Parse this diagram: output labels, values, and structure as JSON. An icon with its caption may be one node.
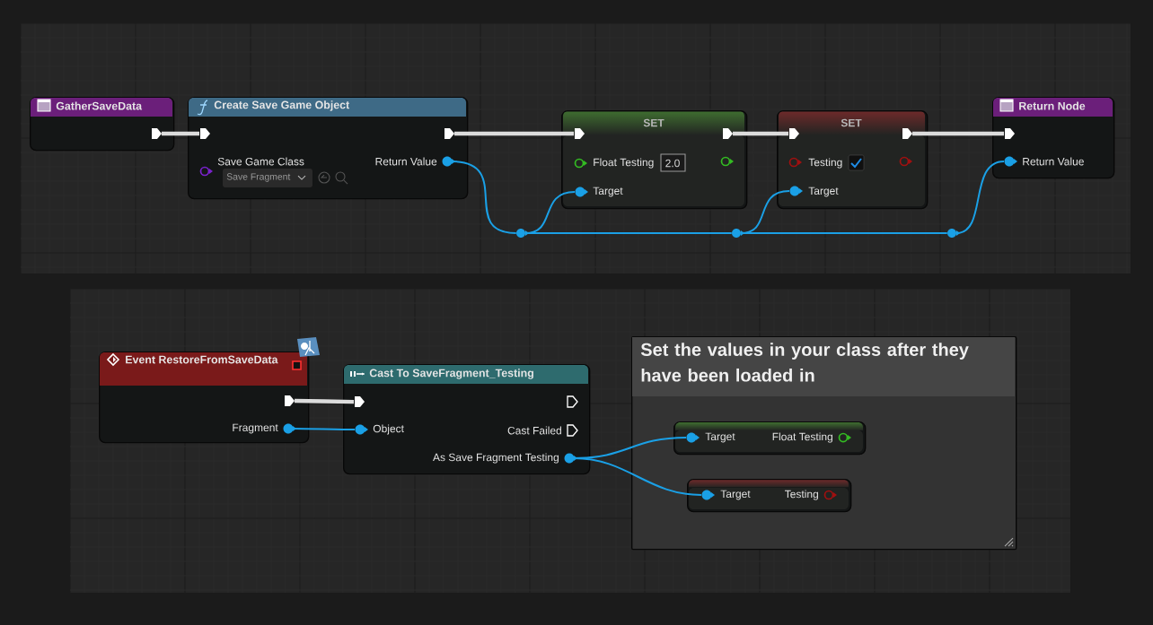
{
  "diagram": {
    "nodes": [
      {
        "text": [
          "GatherSaveData"
        ]
      },
      {
        "text": [
          "Create Save Game Object",
          "Save Game Class",
          "Save Fragment",
          "Return Value"
        ]
      },
      {
        "text": [
          "SET",
          "Float Testing",
          "2.0",
          "Target"
        ]
      },
      {
        "text": [
          "SET",
          "Testing",
          "Target"
        ]
      },
      {
        "text": [
          "Return Node",
          "Return Value"
        ]
      },
      {
        "text": [],
        "shape": "circle"
      },
      {
        "text": [],
        "shape": "circle"
      },
      {
        "text": [],
        "shape": "circle"
      },
      {
        "text": [
          "Event RestoreFromSaveData",
          "Fragment"
        ]
      },
      {
        "text": [
          "Cast To SaveFragment_Testing",
          "Object",
          "Cast Failed",
          "As Save Fragment Testing"
        ]
      },
      {
        "text": [
          "Set the values in your class after they have been loaded in"
        ]
      },
      {
        "text": [
          "Target",
          "Float Testing"
        ],
        "in": 10
      },
      {
        "text": [
          "Target",
          "Testing"
        ],
        "in": 10
      }
    ],
    "edges": [
      {
        "from": 0,
        "to": 1,
        "arrow": "none",
        "style": "thick",
        "color": "#dcdcdc"
      },
      {
        "from": 1,
        "to": 2,
        "arrow": "none",
        "style": "thick",
        "color": "#dcdcdc"
      },
      {
        "from": 2,
        "to": 3,
        "arrow": "none",
        "style": "thick",
        "color": "#dcdcdc"
      },
      {
        "from": 3,
        "to": 4,
        "arrow": "none",
        "style": "thick",
        "color": "#dcdcdc"
      },
      {
        "from": 1,
        "to": 5,
        "arrow": "none"
      },
      {
        "from": 5,
        "to": 2,
        "arrow": "none"
      },
      {
        "from": 5,
        "to": 6,
        "arrow": "none"
      },
      {
        "from": 6,
        "to": 3,
        "arrow": "none"
      },
      {
        "from": 6,
        "to": 7,
        "arrow": "none"
      },
      {
        "from": 7,
        "to": 4,
        "arrow": "none"
      },
      {
        "from": 8,
        "to": 9,
        "arrow": "none",
        "style": "thick",
        "color": "#dcdcdc"
      },
      {
        "from": 8,
        "to": 9,
        "arrow": "none"
      },
      {
        "from": 9,
        "to": 11,
        "arrow": "none"
      },
      {
        "from": 9,
        "to": 12,
        "arrow": "none"
      }
    ]
  }
}
